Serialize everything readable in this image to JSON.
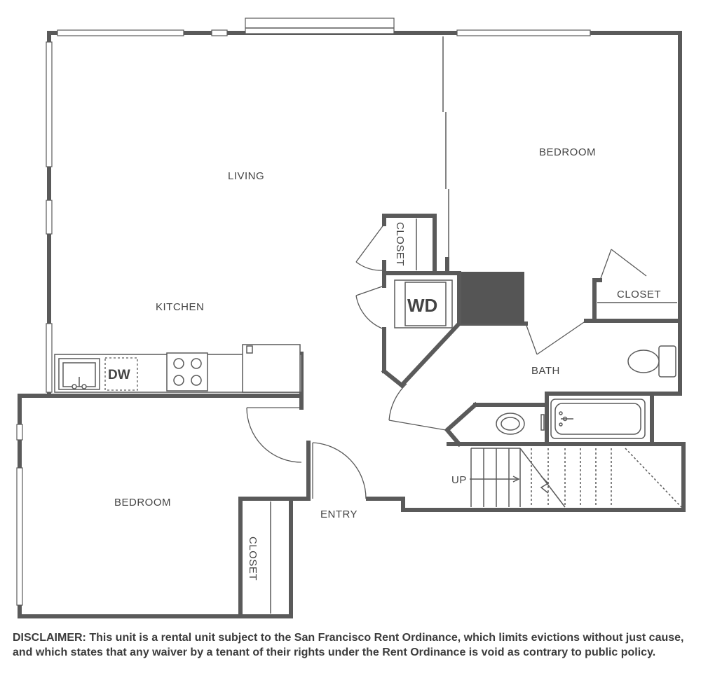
{
  "rooms": {
    "living": "LIVING",
    "kitchen": "KITCHEN",
    "bedroom_right": "BEDROOM",
    "bedroom_left": "BEDROOM",
    "closet_center": "CLOSET",
    "closet_right": "CLOSET",
    "closet_left": "CLOSET",
    "bath": "BATH",
    "entry": "ENTRY",
    "stairs_up": "UP"
  },
  "appliances": {
    "washer_dryer": "WD",
    "dishwasher": "DW"
  },
  "disclaimer": "DISCLAIMER: This unit is a rental unit subject to the San Francisco Rent Ordinance, which limits evictions without just cause, and which states that any waiver by a tenant of their rights under the Rent Ordinance is void as contrary to public policy.",
  "colors": {
    "wall": "#5a5a5a",
    "wd_block": "#555555"
  }
}
